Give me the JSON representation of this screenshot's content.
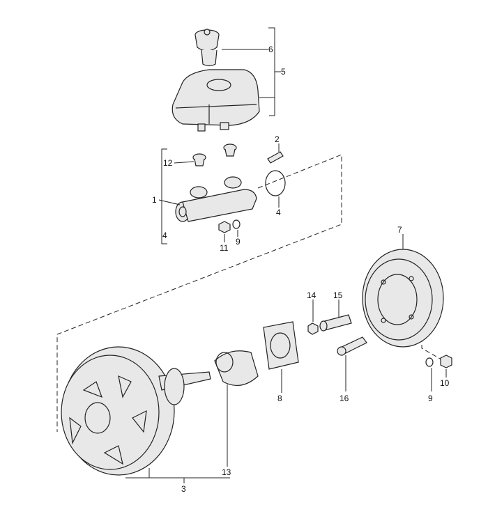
{
  "diagram": {
    "callouts": {
      "reservoir_cap": "6",
      "reservoir_assembly": "5",
      "bleed_screw": "2",
      "grommet": "12",
      "master_cylinder": "1",
      "o_ring": "4",
      "master_cylinder_group": "4",
      "nut": "11",
      "washer": "9",
      "booster_gasket_plate": "7",
      "lock_nut": "14",
      "clevis": "15",
      "gasket": "8",
      "pushrod_link": "16",
      "washer_right": "9",
      "nut_right": "10",
      "boot": "13",
      "brake_booster": "3"
    }
  }
}
